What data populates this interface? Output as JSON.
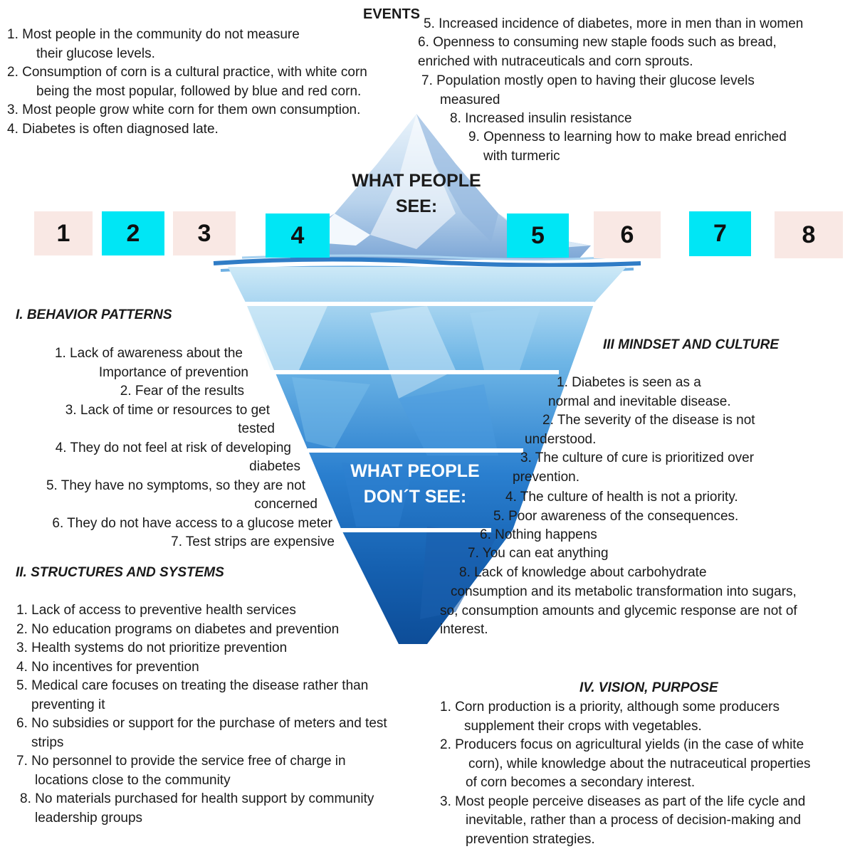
{
  "events": {
    "title": "EVENTS",
    "left_items": [
      "1.   Most people in the community do not measure",
      "their glucose levels.",
      "2.   Consumption of corn is a cultural practice, with white corn",
      "being the most popular, followed by blue and red corn.",
      "3.   Most people grow white corn for them   own consumption.",
      "4.   Diabetes is often diagnosed late."
    ],
    "right_items": [
      "5. Increased incidence of diabetes, more in men than in women",
      "6. Openness to consuming new staple foods such as bread,",
      "enriched with nutraceuticals and corn sprouts.",
      "7. Population mostly open to having their glucose levels",
      "measured",
      "8. Increased insulin resistance",
      "9. Openness to learning how to make bread enriched",
      "with turmeric"
    ]
  },
  "labels": {
    "what_people_see_1": "WHAT PEOPLE",
    "what_people_see_2": "SEE:",
    "what_people_dont_see_1": "WHAT PEOPLE",
    "what_people_dont_see_2": "DON´T SEE:"
  },
  "number_boxes": [
    "1",
    "2",
    "3",
    "4",
    "5",
    "6",
    "7",
    "8"
  ],
  "behavior": {
    "title": "I. BEHAVIOR PATTERNS",
    "lines": [
      "1. Lack of awareness about the",
      "Importance of prevention",
      "2. Fear of the results",
      "3. Lack of time or resources to get",
      "tested",
      "4. They do not feel at risk of developing",
      "diabetes",
      "5. They have no symptoms, so they are not",
      "concerned",
      "6. They do not have access to a glucose meter",
      "7. Test strips are expensive"
    ]
  },
  "structures": {
    "title": "II. STRUCTURES AND SYSTEMS",
    "lines": [
      "1.  Lack of access to preventive health services",
      "2.  No education programs on diabetes and prevention",
      "3.  Health systems do not prioritize prevention",
      "4.  No incentives for prevention",
      "5.  Medical care focuses on treating the disease rather than",
      "preventing it",
      "6. No subsidies or support for the purchase of meters and test",
      "strips",
      "7. No personnel to provide the service free of charge in",
      "locations close to the community",
      "8. No materials purchased for health support by community",
      "leadership groups"
    ]
  },
  "mindset": {
    "title": "III MINDSET AND CULTURE",
    "lines": [
      "1. Diabetes is seen as a",
      "normal and inevitable disease.",
      "2. The severity of the disease is not",
      "understood.",
      "3. The culture of cure is prioritized over",
      "prevention.",
      "4. The culture of health is not a priority.",
      "5. Poor awareness of the consequences.",
      "6. Nothing happens",
      "7. You can eat anything",
      "8. Lack of knowledge about carbohydrate",
      "consumption and its metabolic transformation into sugars,",
      "so, consumption amounts and glycemic response are not of",
      "interest."
    ]
  },
  "vision": {
    "title": "IV. VISION, PURPOSE",
    "lines": [
      "1.   Corn production is a priority, although some producers",
      "supplement their crops with vegetables.",
      "2.   Producers focus on agricultural yields (in the case of white",
      "corn), while knowledge about the nutraceutical properties",
      "of corn becomes a secondary interest.",
      "3.   Most people perceive diseases as part of the life cycle  and",
      "inevitable, rather than a process of decision-making  and",
      "prevention strategies."
    ]
  },
  "colors": {
    "cyan_box": "#00e6f5",
    "pink_box": "#f9e8e4",
    "iceberg_dark": "#0f4f9e",
    "iceberg_light": "#bfe4f6"
  }
}
